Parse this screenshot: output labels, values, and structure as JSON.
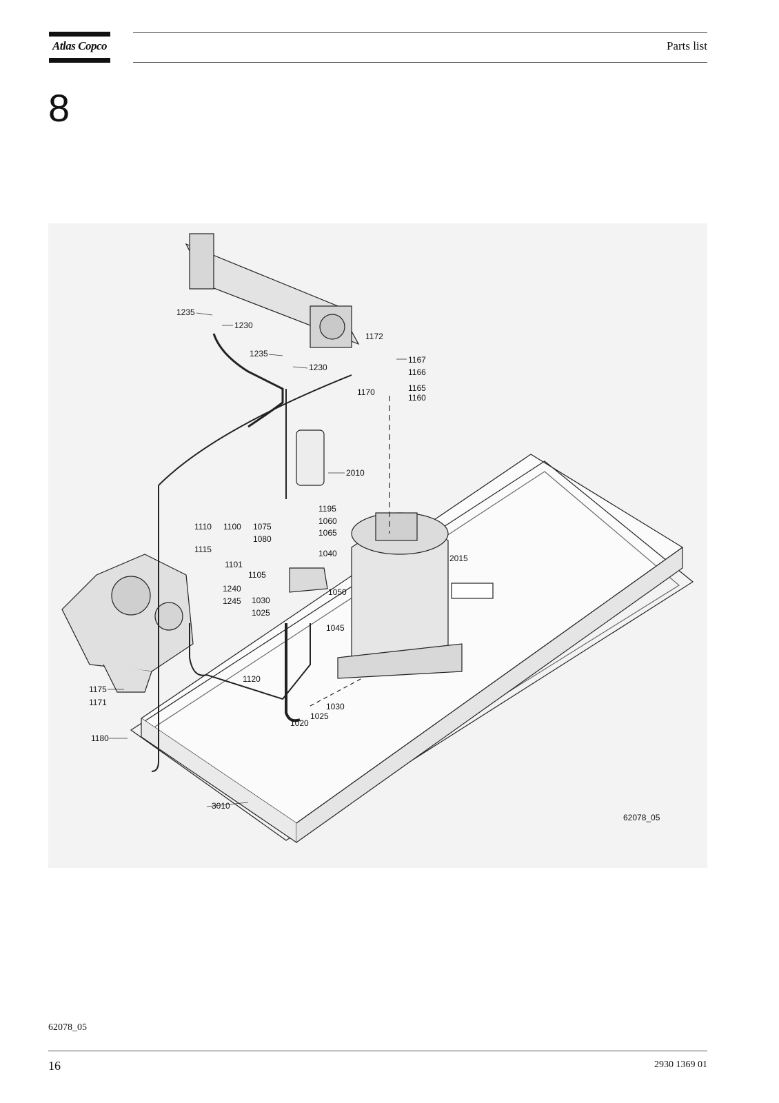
{
  "brand": {
    "logo_text": "Atlas Copco"
  },
  "header": {
    "title": "Parts list"
  },
  "chapter": {
    "number": "8"
  },
  "figure": {
    "id": "62078_05",
    "callouts": [
      "1235",
      "1230",
      "1235",
      "1230",
      "1172",
      "1167",
      "1166",
      "1165",
      "1160",
      "1170",
      "2010",
      "1195",
      "1060",
      "1065",
      "1110",
      "1100",
      "1075",
      "1080",
      "1115",
      "1101",
      "1105",
      "1040",
      "2015",
      "1240",
      "1245",
      "1030",
      "1025",
      "1050",
      "1045",
      "1120",
      "1175",
      "1171",
      "1030",
      "1025",
      "1020",
      "1180",
      "3010"
    ]
  },
  "footer": {
    "caption": "62078_05",
    "page_number": "16",
    "doc_number": "2930 1369 01"
  }
}
